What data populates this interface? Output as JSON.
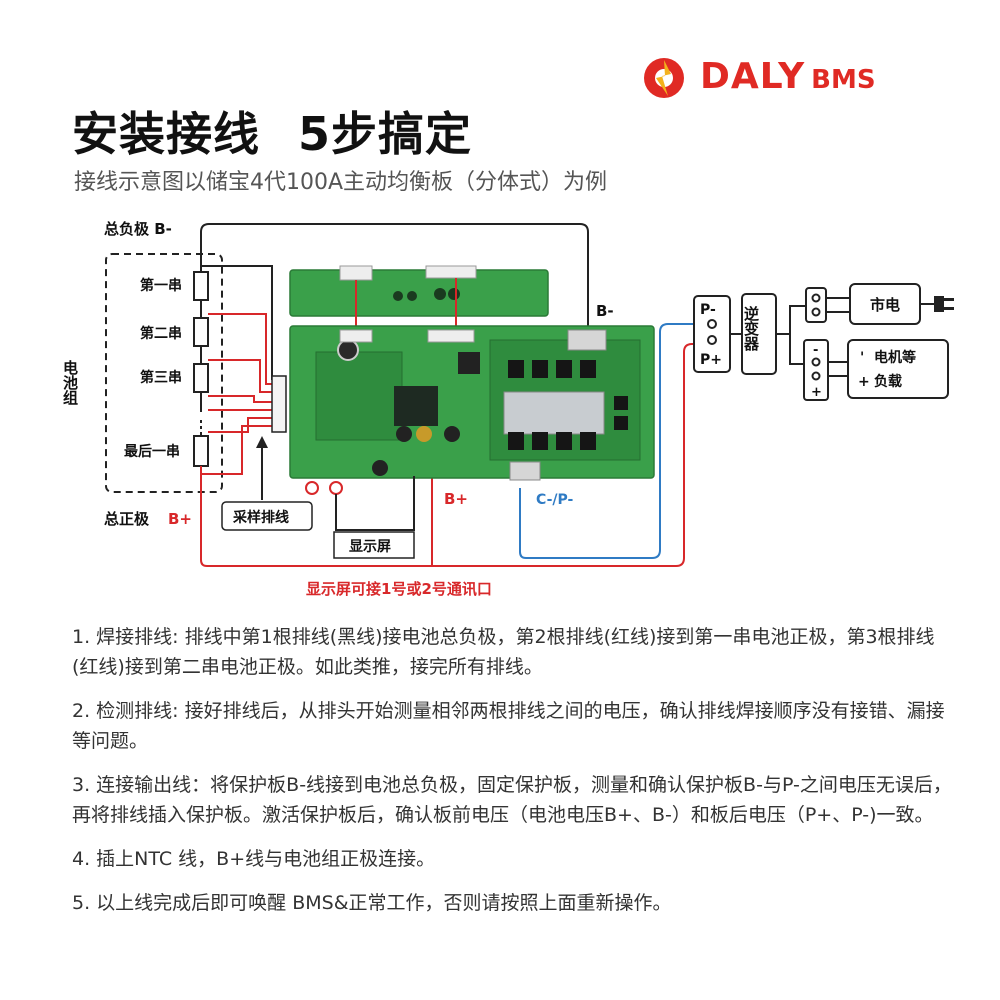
{
  "brand": {
    "name": "DALY",
    "suffix": "BMS",
    "color": "#e02a24"
  },
  "header": {
    "title_a": "安装接线",
    "title_b": "5步搞定",
    "subtitle": "接线示意图以储宝4代100A主动均衡板（分体式）为例"
  },
  "diagram": {
    "total_negative": "总负极  B-",
    "total_positive": "总正极",
    "bplus_red": "B+",
    "battery_pack": "电池组",
    "cells": [
      "第一串",
      "第二串",
      "第三串",
      "最后一串"
    ],
    "sampling_cable": "采样排线",
    "display": "显示屏",
    "display_note": "显示屏可接1号或2号通讯口",
    "board_bminus": "B-",
    "board_bplus": "B+",
    "board_cminus": "C-/P-",
    "pminus": "P-",
    "pplus": "P+",
    "inverter": "逆变器",
    "grid": "市电",
    "load_minus": "-",
    "load_plus": "+",
    "load_line1": "电机等",
    "load_line2": "负载",
    "load_sign_minus": "'",
    "load_sign_plus": "+",
    "colors": {
      "red": "#d8282a",
      "blue": "#2f7bc4",
      "board_green": "#3aa04a",
      "black": "#222222"
    }
  },
  "steps": [
    "1. 焊接排线: 排线中第1根排线(黑线)接电池总负极，第2根排线(红线)接到第一串电池正极，第3根排线(红线)接到第二串电池正极。如此类推，接完所有排线。",
    "2. 检测排线: 接好排线后，从排头开始测量相邻两根排线之间的电压，确认排线焊接顺序没有接错、漏接等问题。",
    "3. 连接输出线：将保护板B-线接到电池总负极，固定保护板，测量和确认保护板B-与P-之间电压无误后，再将排线插入保护板。激活保护板后，确认板前电压（电池电压B+、B-）和板后电压（P+、P-)一致。",
    "4. 插上NTC 线，B+线与电池组正极连接。",
    "5. 以上线完成后即可唤醒 BMS&正常工作，否则请按照上面重新操作。"
  ]
}
